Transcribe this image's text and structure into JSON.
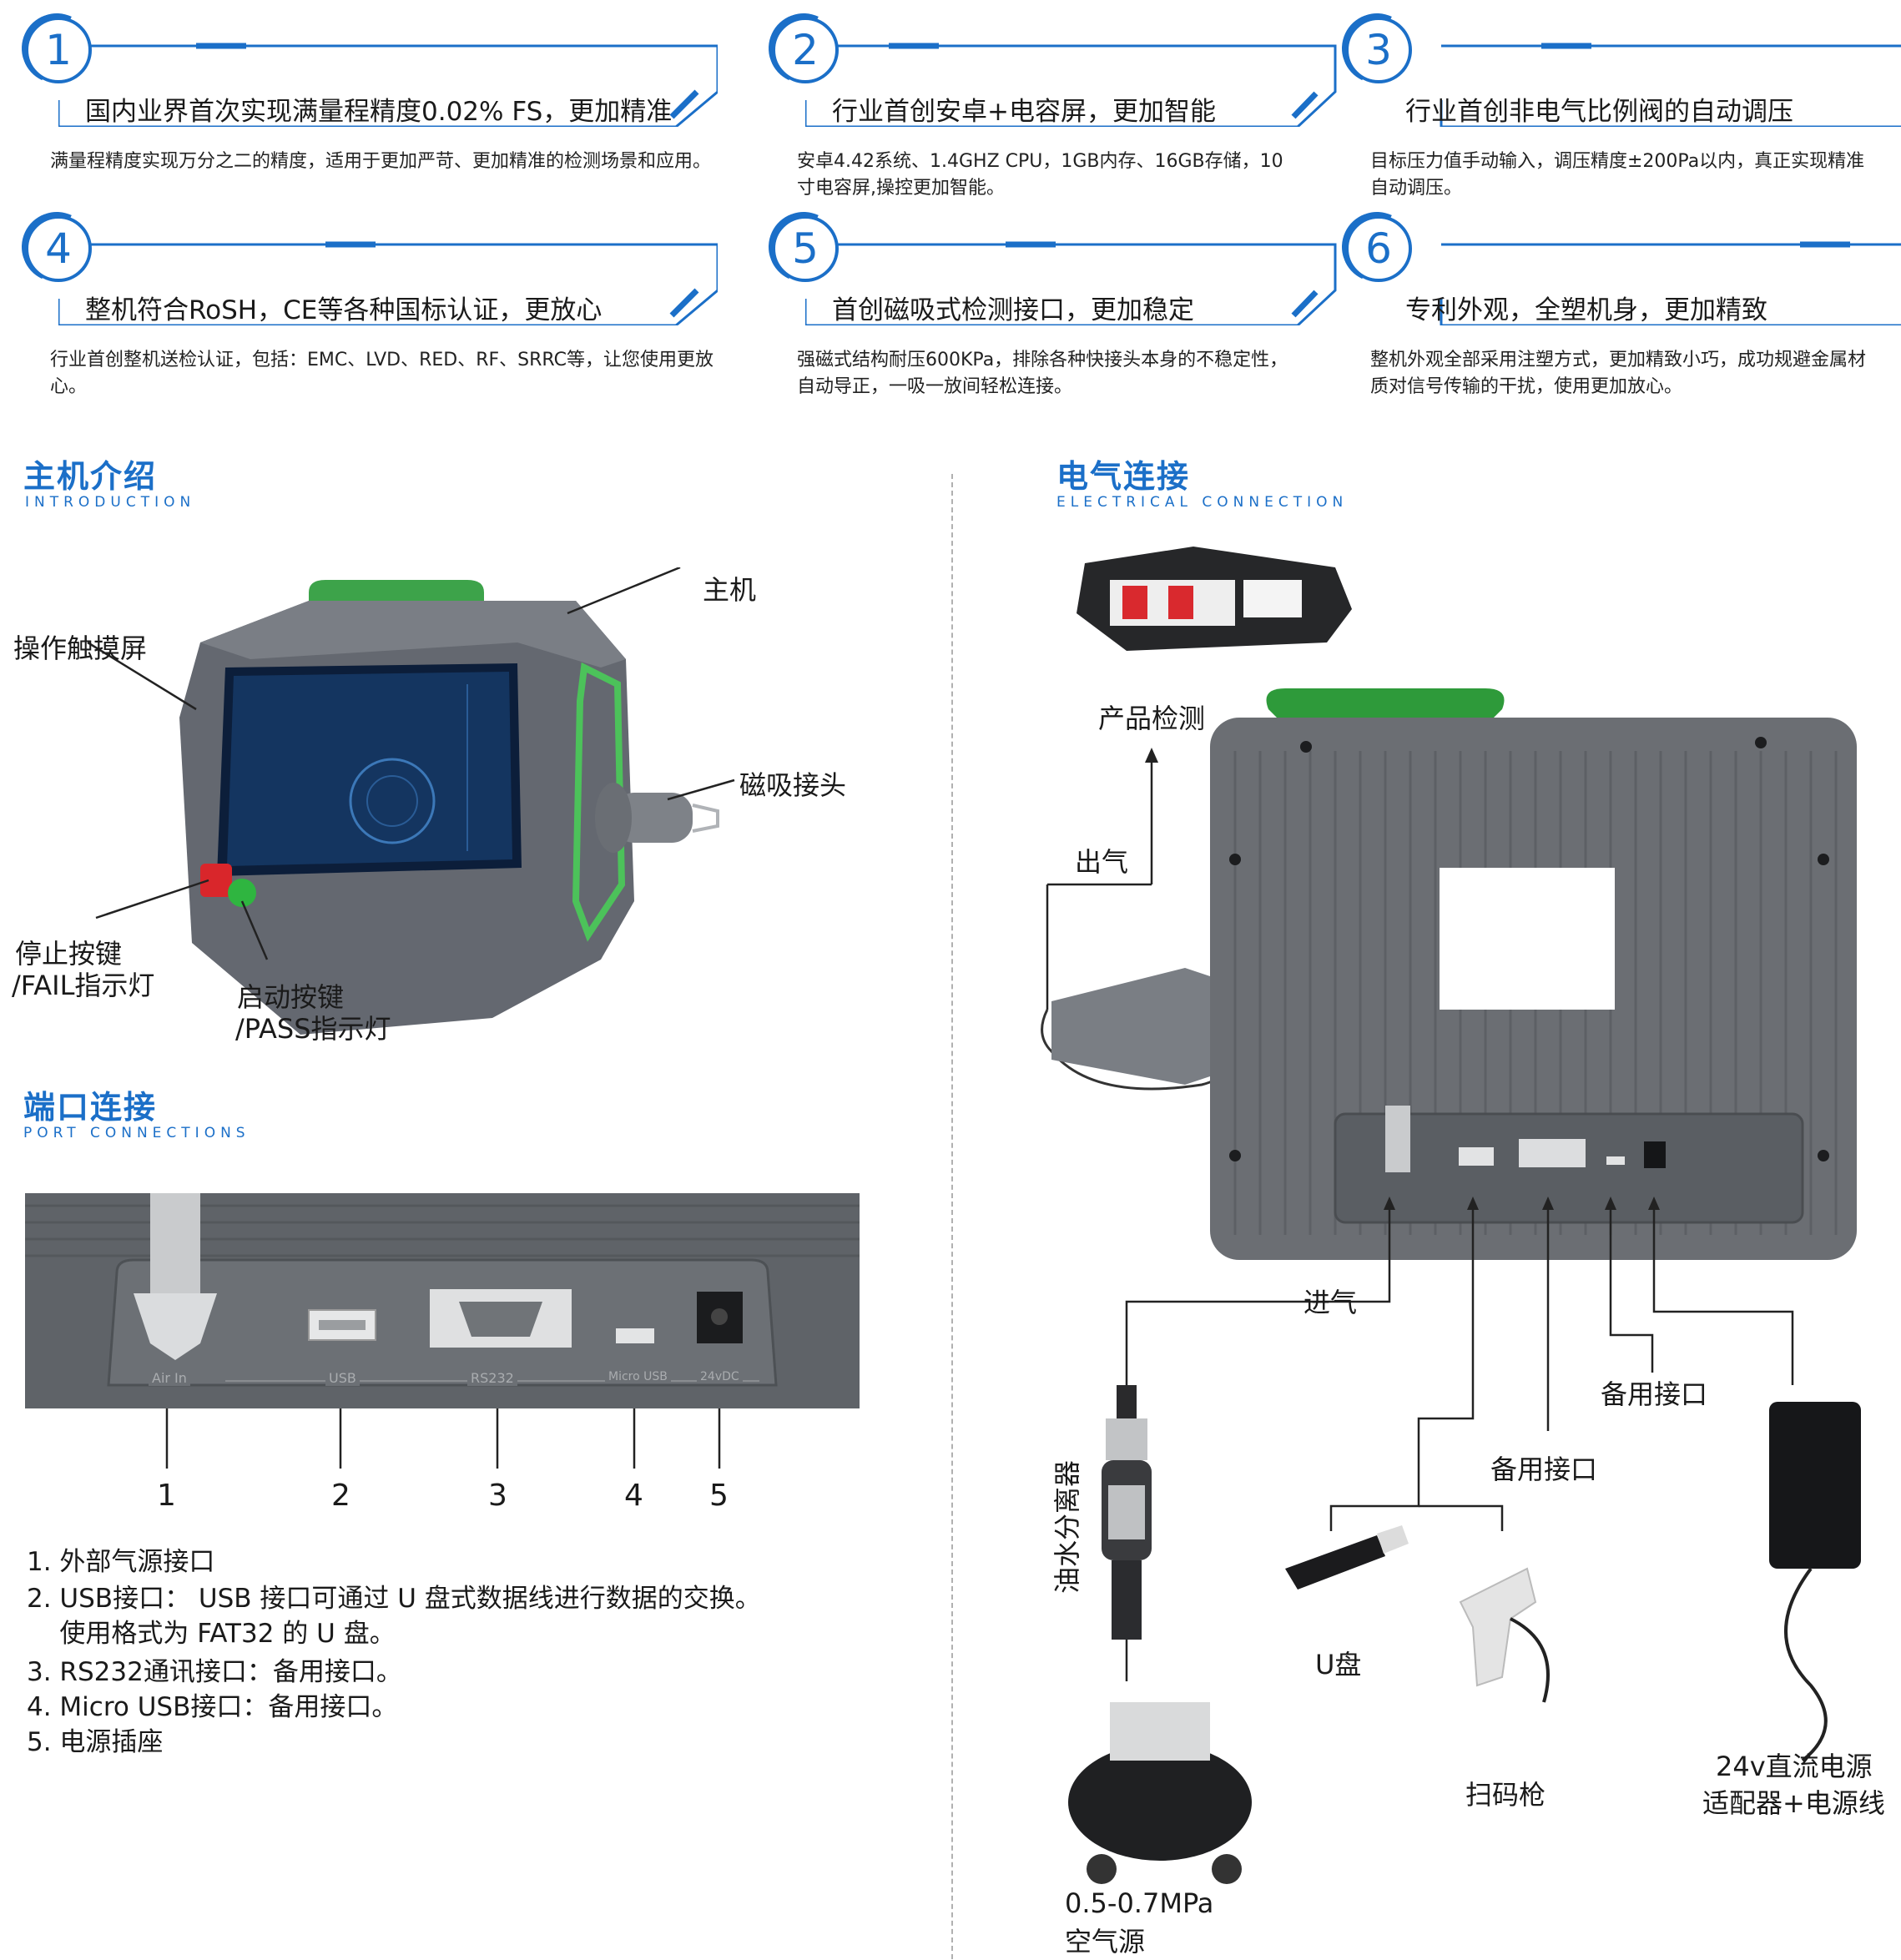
{
  "features": [
    {
      "num": "1",
      "title": "国内业界首次实现满量程精度0.02% FS，更加精准",
      "desc": "满量程精度实现万分之二的精度，适用于更加严苛、更加精准的检测场景和应用。"
    },
    {
      "num": "2",
      "title": "行业首创安卓+电容屏，更加智能",
      "desc": "安卓4.42系统、1.4GHZ CPU，1GB内存、16GB存储，10寸电容屏,操控更加智能。"
    },
    {
      "num": "3",
      "title": "行业首创非电气比例阀的自动调压",
      "desc": "目标压力值手动输入，调压精度±200Pa以内，真正实现精准自动调压。"
    },
    {
      "num": "4",
      "title": "整机符合RoSH，CE等各种国标认证，更放心",
      "desc": "行业首创整机送检认证，包括：EMC、LVD、RED、RF、SRRC等，让您使用更放心。"
    },
    {
      "num": "5",
      "title": "首创磁吸式检测接口，更加稳定",
      "desc": "强磁式结构耐压600KPa，排除各种快接头本身的不稳定性，自动导正，一吸一放间轻松连接。"
    },
    {
      "num": "6",
      "title": "专利外观，全塑机身，更加精致",
      "desc": "整机外观全部采用注塑方式，更加精致小巧，成功规避金属材质对信号传输的干扰，使用更加放心。"
    }
  ],
  "intro": {
    "title": "主机介绍",
    "subtitle": "INTRODUCTION",
    "labels": {
      "host": "主机",
      "screen": "操作触摸屏",
      "magnet": "磁吸接头",
      "stop_line1": "停止按键",
      "stop_line2": "/FAIL指示灯",
      "start_line1": "启动按键",
      "start_line2": "/PASS指示灯"
    }
  },
  "ports": {
    "title": "端口连接",
    "subtitle": "PORT CONNECTIONS",
    "panel_labels": [
      "Air In",
      "USB",
      "RS232",
      "Micro USB",
      "24vDC"
    ],
    "numbers": [
      "1",
      "2",
      "3",
      "4",
      "5"
    ],
    "items": [
      "1. 外部气源接口",
      "2. USB接口：  USB 接口可通过 U 盘式数据线进行数据的交换。",
      "    使用格式为 FAT32 的 U 盘。",
      "3. RS232通讯接口：备用接口。",
      "4. Micro USB接口：备用接口。",
      "5. 电源插座"
    ]
  },
  "electrical": {
    "title": "电气连接",
    "subtitle": "ELECTRICAL CONNECTION",
    "labels": {
      "product": "产品检测",
      "out_air": "出气",
      "in_air": "进气",
      "separator": "油水分离器",
      "spare1": "备用接口",
      "spare2": "备用接口",
      "udisk": "U盘",
      "scanner": "扫码枪",
      "power_line1": "24v直流电源",
      "power_line2": "适配器+电源线",
      "air_line1": "0.5-0.7MPa",
      "air_line2": "空气源"
    }
  },
  "colors": {
    "accent": "#1b6fc8",
    "handle": "#2f9a3a",
    "device": "#6b6e72"
  }
}
